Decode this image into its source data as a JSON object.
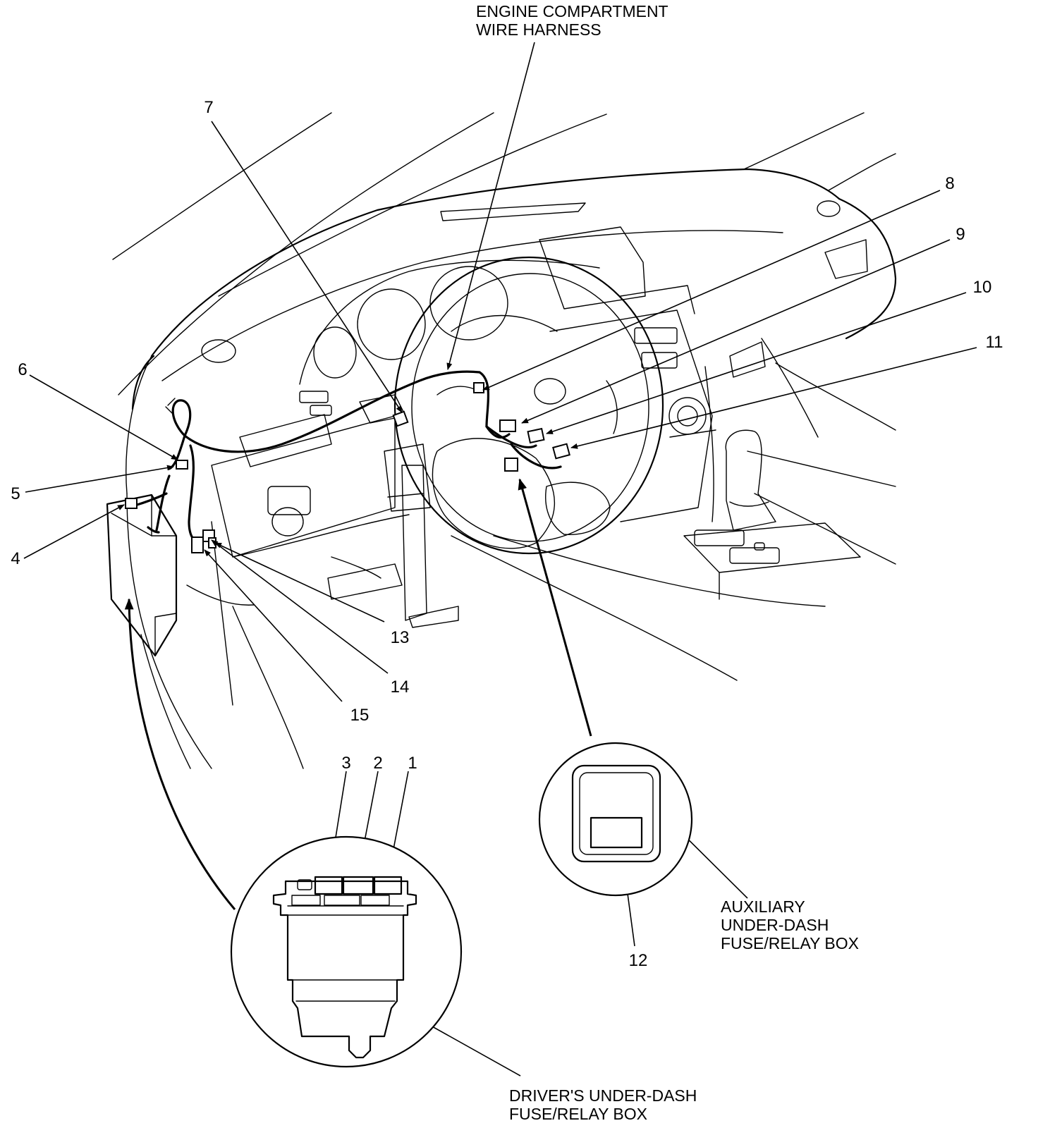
{
  "captions": {
    "engine_harness": [
      "ENGINE COMPARTMENT",
      "WIRE HARNESS"
    ],
    "aux_box": [
      "AUXILIARY",
      "UNDER-DASH",
      "FUSE/RELAY BOX"
    ],
    "drivers_box": [
      "DRIVER'S UNDER-DASH",
      "FUSE/RELAY BOX"
    ]
  },
  "callouts": {
    "c1": "1",
    "c2": "2",
    "c3": "3",
    "c4": "4",
    "c5": "5",
    "c6": "6",
    "c7": "7",
    "c8": "8",
    "c9": "9",
    "c10": "10",
    "c11": "11",
    "c12": "12",
    "c13": "13",
    "c14": "14",
    "c15": "15"
  }
}
